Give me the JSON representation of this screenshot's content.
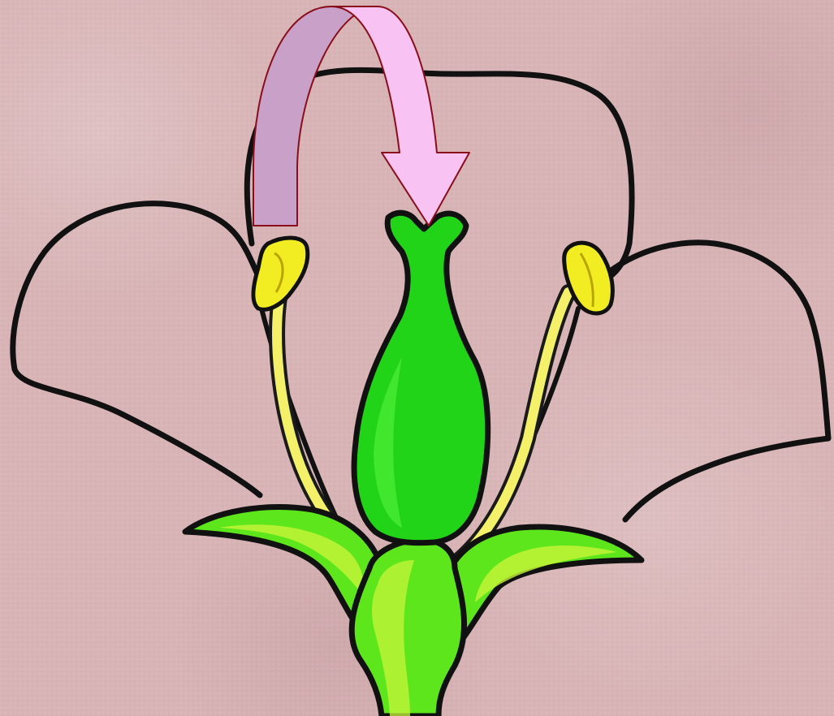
{
  "diagram": {
    "subject": "flower-cross-section-self-pollination",
    "parts": [
      "petal-left",
      "petal-center",
      "petal-right",
      "sepal-left",
      "sepal-right",
      "stamen-left",
      "stamen-right",
      "pistil",
      "receptacle",
      "stem"
    ],
    "arrow": {
      "from": "anther-left",
      "to": "stigma"
    }
  },
  "colors": {
    "background": "#d8b4b6",
    "outline": "#111111",
    "pistil": "#22d418",
    "sepal": "#5ee61c",
    "sepal_highlight": "#c8f53a",
    "stamen": "#f4f06a",
    "anther": "#f2ec22",
    "arrow_left": "#c9a0c8",
    "arrow_right": "#f8c2f2",
    "arrow_stroke": "#8a0e1a"
  }
}
